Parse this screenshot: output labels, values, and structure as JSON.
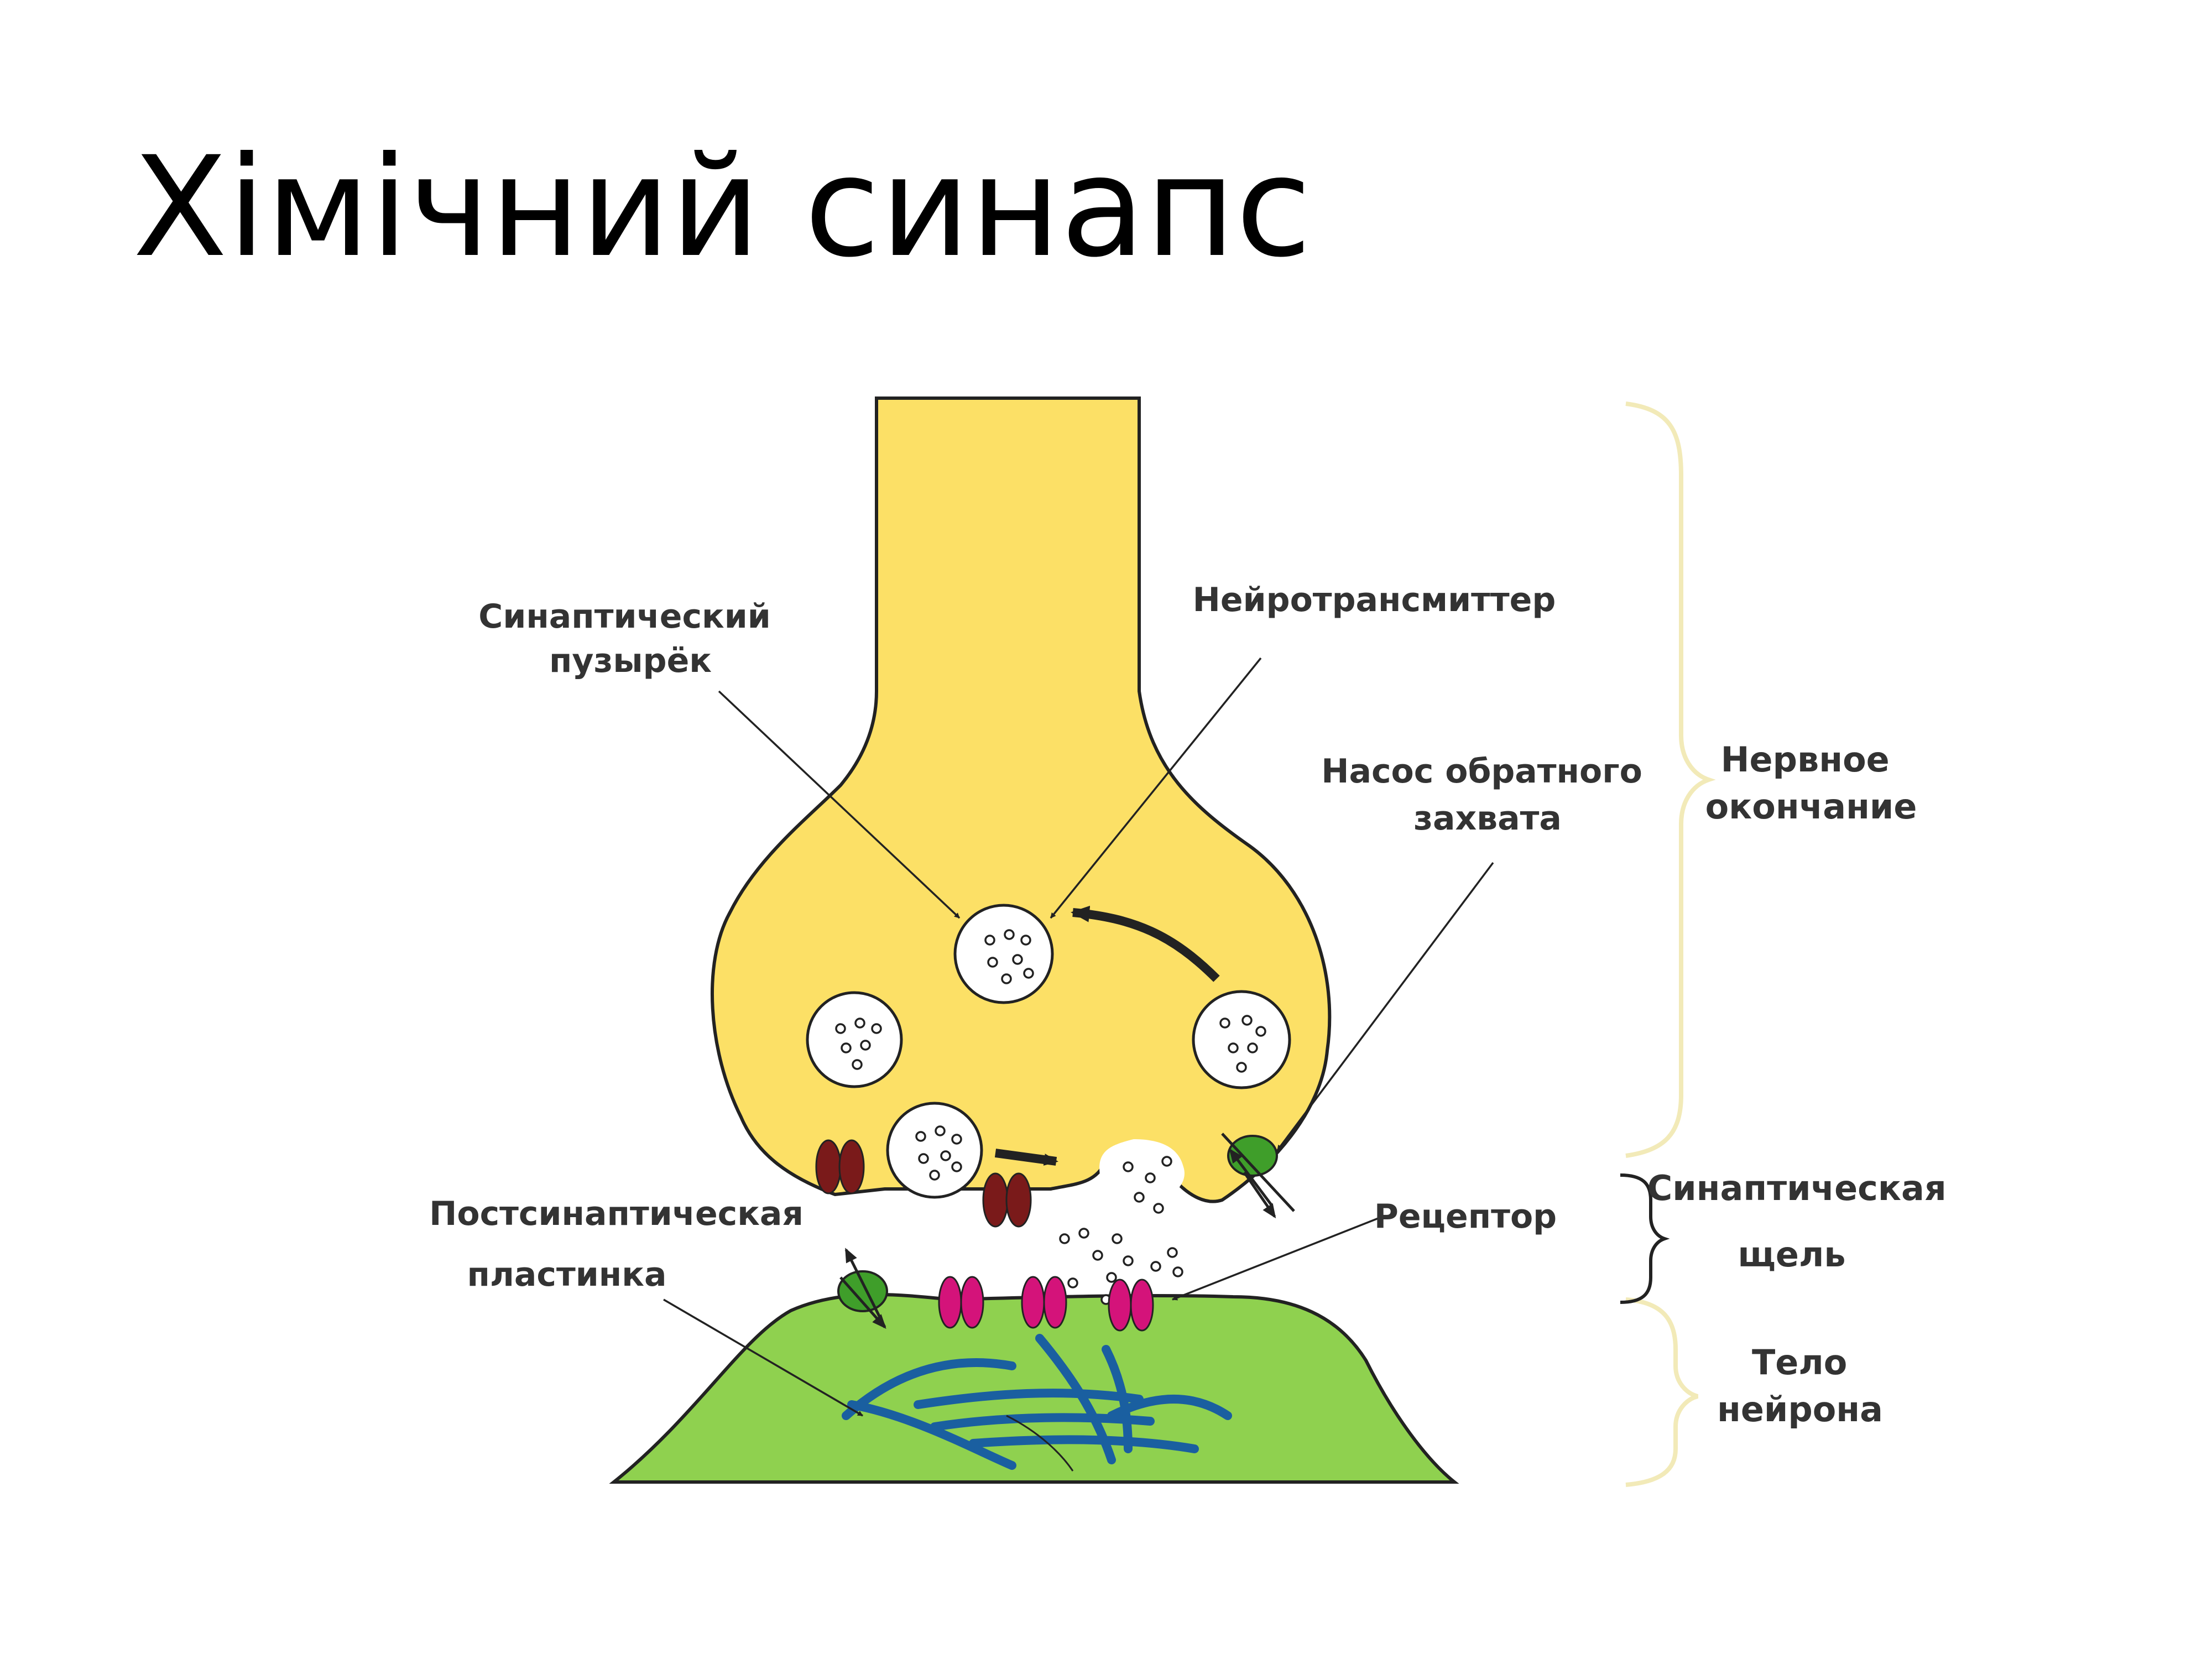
{
  "slide": {
    "title": "Хімічний синапс"
  },
  "labels": {
    "vesicle": [
      "Синаптический",
      "пузырёк"
    ],
    "neurotransmitter": "Нейротрансмиттер",
    "reuptake_pump": [
      "Насос обратного",
      "захвата"
    ],
    "nerve_ending": [
      "Нервное",
      "окончание"
    ],
    "postsynaptic_plate": [
      "Постсинаптическая",
      "пластинка"
    ],
    "receptor": "Рецептор",
    "synaptic_cleft": [
      "Синаптическая",
      "щель"
    ],
    "neuron_body": [
      "Тело",
      "нейрона"
    ]
  },
  "colors": {
    "terminal_fill": "#fce066",
    "neuron_fill": "#8fd14f",
    "outline": "#222222",
    "channel_dark_red": "#7a1a1a",
    "receptor_magenta": "#d4137a",
    "pump_green": "#3f9e2a",
    "cytoskeleton_blue": "#1a5fa0",
    "brace_color": "#f2eab8",
    "label_text": "#333333"
  }
}
